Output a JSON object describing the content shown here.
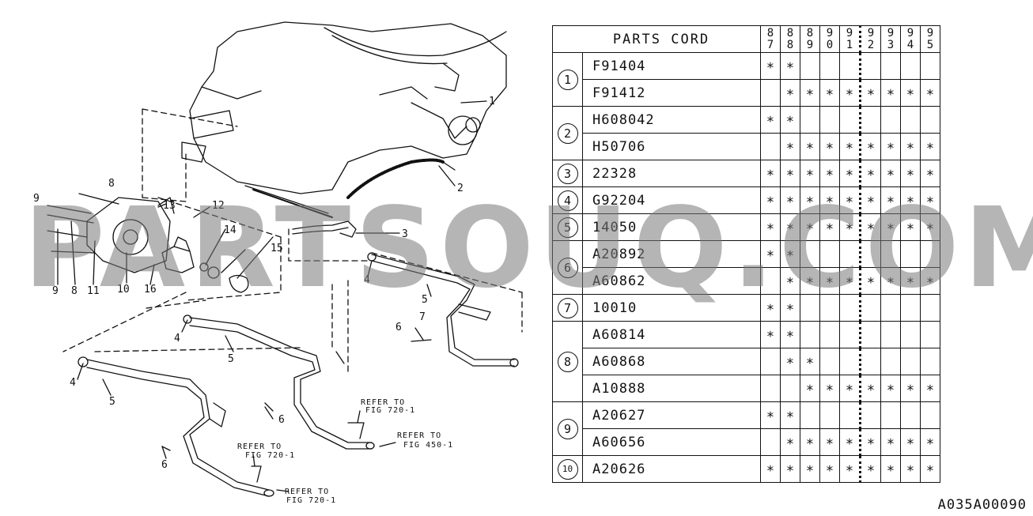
{
  "diagram": {
    "callouts": [
      "1",
      "2",
      "3",
      "4",
      "4",
      "4",
      "5",
      "5",
      "5",
      "6",
      "6",
      "6",
      "7",
      "8",
      "8",
      "9",
      "9",
      "10",
      "11",
      "12",
      "13",
      "14",
      "15",
      "16"
    ],
    "references": [
      {
        "line1": "REFER TO",
        "line2": "FIG 720-1"
      },
      {
        "line1": "REFER TO",
        "line2": "FIG 450-1"
      },
      {
        "line1": "REFER TO",
        "line2": "FIG 720-1"
      },
      {
        "line1": "REFER TO",
        "line2": "FIG 720-1"
      }
    ]
  },
  "table": {
    "header_code": "PARTS CORD",
    "years": [
      [
        "8",
        "7"
      ],
      [
        "8",
        "8"
      ],
      [
        "8",
        "9"
      ],
      [
        "9",
        "0"
      ],
      [
        "9",
        "1"
      ],
      [
        "9",
        "2"
      ],
      [
        "9",
        "3"
      ],
      [
        "9",
        "4"
      ],
      [
        "9",
        "5"
      ]
    ],
    "groups": [
      {
        "ref": "1",
        "rows": [
          {
            "code": "F91404",
            "marks": [
              1,
              1,
              0,
              0,
              0,
              0,
              0,
              0,
              0
            ]
          },
          {
            "code": "F91412",
            "marks": [
              0,
              1,
              1,
              1,
              1,
              1,
              1,
              1,
              1
            ]
          }
        ]
      },
      {
        "ref": "2",
        "rows": [
          {
            "code": "H608042",
            "marks": [
              1,
              1,
              0,
              0,
              0,
              0,
              0,
              0,
              0
            ]
          },
          {
            "code": "H50706",
            "marks": [
              0,
              1,
              1,
              1,
              1,
              1,
              1,
              1,
              1
            ]
          }
        ]
      },
      {
        "ref": "3",
        "rows": [
          {
            "code": "22328",
            "marks": [
              1,
              1,
              1,
              1,
              1,
              1,
              1,
              1,
              1
            ]
          }
        ]
      },
      {
        "ref": "4",
        "rows": [
          {
            "code": "G92204",
            "marks": [
              1,
              1,
              1,
              1,
              1,
              1,
              1,
              1,
              1
            ]
          }
        ]
      },
      {
        "ref": "5",
        "rows": [
          {
            "code": "14050",
            "marks": [
              1,
              1,
              1,
              1,
              1,
              1,
              1,
              1,
              1
            ]
          }
        ]
      },
      {
        "ref": "6",
        "rows": [
          {
            "code": "A20892",
            "marks": [
              1,
              1,
              0,
              0,
              0,
              0,
              0,
              0,
              0
            ]
          },
          {
            "code": "A60862",
            "marks": [
              0,
              1,
              1,
              1,
              1,
              1,
              1,
              1,
              1
            ]
          }
        ]
      },
      {
        "ref": "7",
        "rows": [
          {
            "code": "10010",
            "marks": [
              1,
              1,
              0,
              0,
              0,
              0,
              0,
              0,
              0
            ]
          }
        ]
      },
      {
        "ref": "8",
        "rows": [
          {
            "code": "A60814",
            "marks": [
              1,
              1,
              0,
              0,
              0,
              0,
              0,
              0,
              0
            ]
          },
          {
            "code": "A60868",
            "marks": [
              0,
              1,
              1,
              0,
              0,
              0,
              0,
              0,
              0
            ]
          },
          {
            "code": "A10888",
            "marks": [
              0,
              0,
              1,
              1,
              1,
              1,
              1,
              1,
              1
            ]
          }
        ]
      },
      {
        "ref": "9",
        "rows": [
          {
            "code": "A20627",
            "marks": [
              1,
              1,
              0,
              0,
              0,
              0,
              0,
              0,
              0
            ]
          },
          {
            "code": "A60656",
            "marks": [
              0,
              1,
              1,
              1,
              1,
              1,
              1,
              1,
              1
            ]
          }
        ]
      },
      {
        "ref": "10",
        "rows": [
          {
            "code": "A20626",
            "marks": [
              1,
              1,
              1,
              1,
              1,
              1,
              1,
              1,
              1
            ]
          }
        ]
      }
    ],
    "mark_symbol": "∗"
  },
  "watermark": "PARTSOUQ.COM",
  "ref_code": "A035A00090"
}
